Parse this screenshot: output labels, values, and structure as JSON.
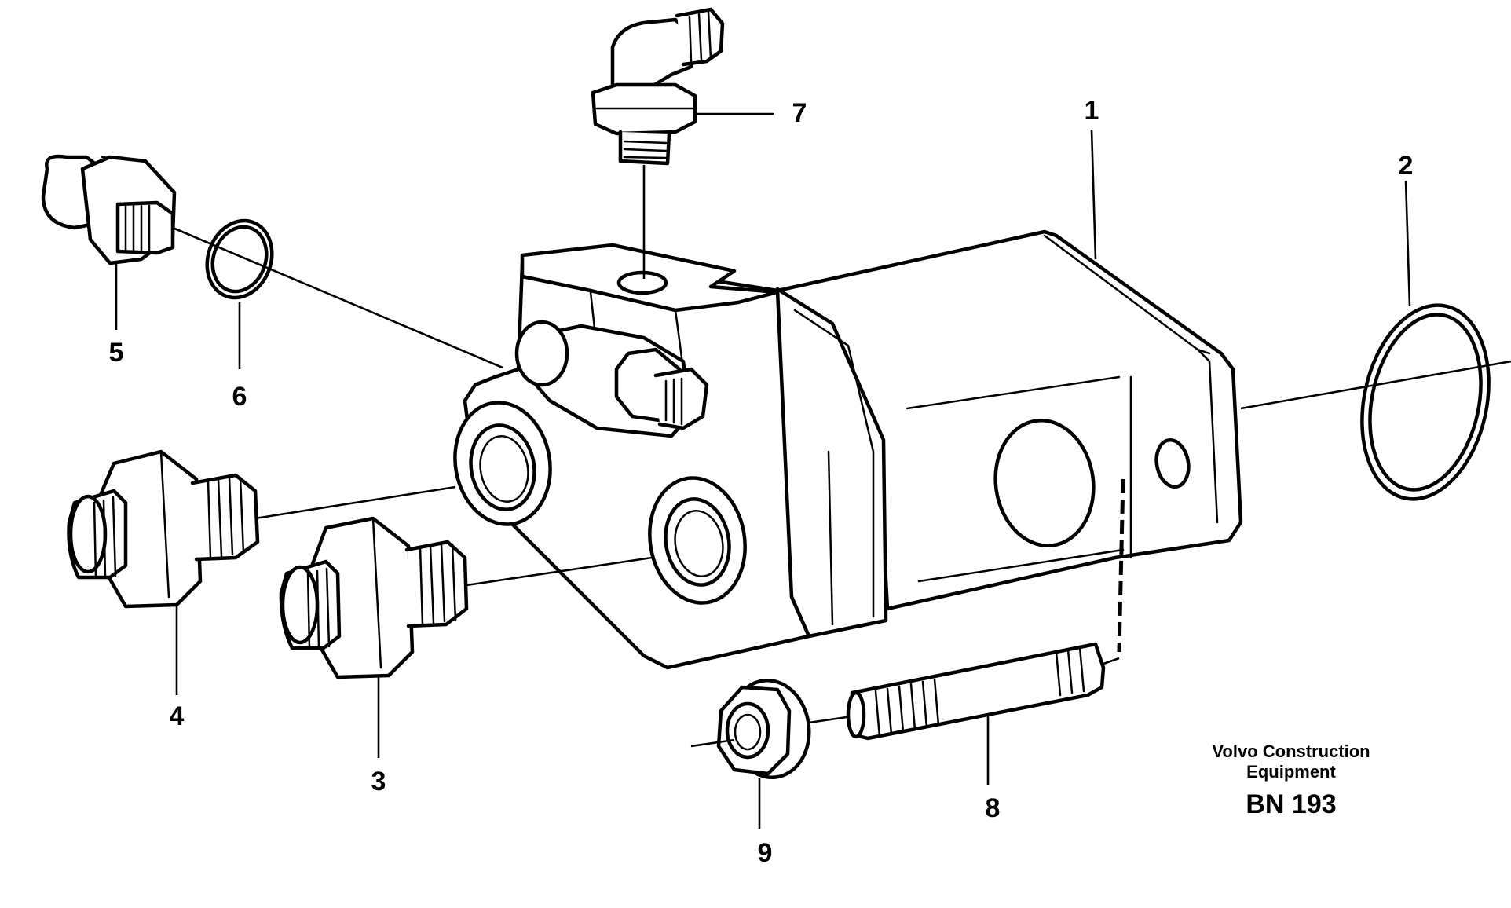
{
  "callouts": [
    "1",
    "2",
    "3",
    "4",
    "5",
    "6",
    "7",
    "8",
    "9"
  ],
  "footer": {
    "company_line1": "Volvo Construction",
    "company_line2": "Equipment",
    "drawing_code": "BN 193"
  }
}
